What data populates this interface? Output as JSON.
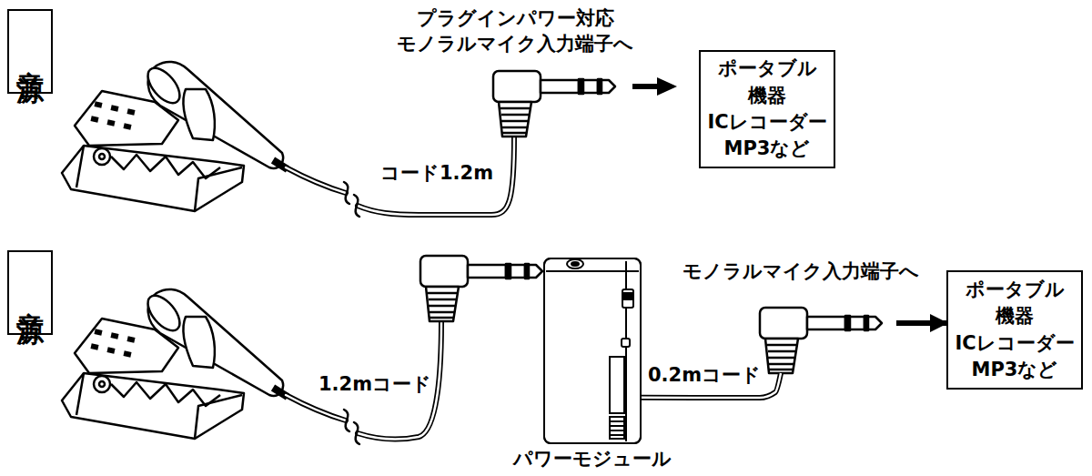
{
  "diagram": {
    "nodes": [
      {
        "text": [
          "音源"
        ]
      },
      {
        "text": [
          "ポータブル 機器 ICレコーダー MP3など"
        ]
      },
      {
        "text": [
          "音源"
        ]
      },
      {
        "text": [
          "パワーモジュール"
        ]
      },
      {
        "text": [
          "ポータブル 機器 ICレコーダー MP3など"
        ]
      }
    ],
    "edges": [
      {
        "from": 3,
        "to": 4,
        "arrow": "to",
        "label": "0.2mコード"
      }
    ],
    "labels": [
      "プラグインパワー対応 モノラルマイク入力端子へ",
      "コード1.2m",
      "モノラルマイク入力端子へ",
      "1.2mコード"
    ]
  }
}
